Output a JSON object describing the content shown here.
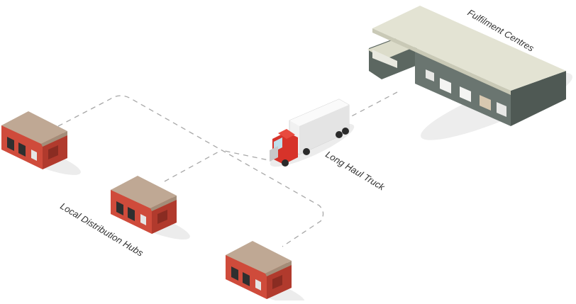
{
  "labels": {
    "fulfilment": "Fulfilment Centres",
    "truck": "Long Haul Truck",
    "hubs": "Local Distribution Hubs"
  },
  "colors": {
    "route_dash": "#a8a8a8",
    "warehouse_roof": "#e2e2d2",
    "warehouse_wall": "#5c6761",
    "hub_brick": "#cf4b3b",
    "hub_roof": "#bfa894",
    "truck_cab": "#d7332a",
    "truck_trailer": "#efefef"
  },
  "icons": [
    "fulfilment-centre-icon",
    "truck-icon",
    "hub-building-icon"
  ]
}
